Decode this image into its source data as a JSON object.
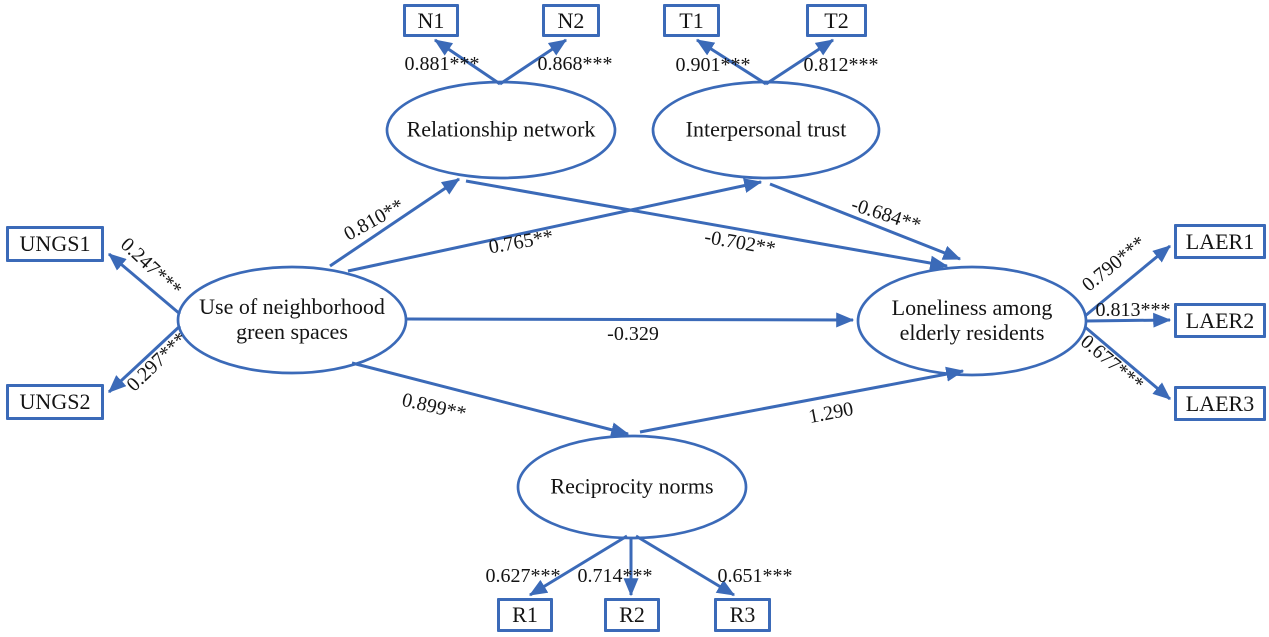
{
  "figure": {
    "type": "structural-equation-model-path-diagram",
    "accent_color": "#3b6ab8",
    "text_color": "#141414",
    "background": "#ffffff"
  },
  "latent_variables": [
    {
      "id": "relationship-network",
      "label": "Relationship network"
    },
    {
      "id": "interpersonal-trust",
      "label": "Interpersonal trust"
    },
    {
      "id": "use-of-neighborhood-green-spaces",
      "label": "Use of neighborhood green spaces"
    },
    {
      "id": "loneliness-among-elderly-residents",
      "label": "Loneliness among elderly residents"
    },
    {
      "id": "reciprocity-norms",
      "label": "Reciprocity norms"
    }
  ],
  "observed_variables": [
    {
      "id": "N1",
      "label": "N1"
    },
    {
      "id": "N2",
      "label": "N2"
    },
    {
      "id": "T1",
      "label": "T1"
    },
    {
      "id": "T2",
      "label": "T2"
    },
    {
      "id": "UNGS1",
      "label": "UNGS1"
    },
    {
      "id": "UNGS2",
      "label": "UNGS2"
    },
    {
      "id": "LAER1",
      "label": "LAER1"
    },
    {
      "id": "LAER2",
      "label": "LAER2"
    },
    {
      "id": "LAER3",
      "label": "LAER3"
    },
    {
      "id": "R1",
      "label": "R1"
    },
    {
      "id": "R2",
      "label": "R2"
    },
    {
      "id": "R3",
      "label": "R3"
    }
  ],
  "factor_loadings": [
    {
      "from": "Relationship network",
      "to": "N1",
      "value": "0.881***"
    },
    {
      "from": "Relationship network",
      "to": "N2",
      "value": "0.868***"
    },
    {
      "from": "Interpersonal trust",
      "to": "T1",
      "value": "0.901***"
    },
    {
      "from": "Interpersonal trust",
      "to": "T2",
      "value": "0.812***"
    },
    {
      "from": "Use of neighborhood green spaces",
      "to": "UNGS1",
      "value": "0.247***"
    },
    {
      "from": "Use of neighborhood green spaces",
      "to": "UNGS2",
      "value": "0.297***"
    },
    {
      "from": "Loneliness among elderly residents",
      "to": "LAER1",
      "value": "0.790***"
    },
    {
      "from": "Loneliness among elderly residents",
      "to": "LAER2",
      "value": "0.813***"
    },
    {
      "from": "Loneliness among elderly residents",
      "to": "LAER3",
      "value": "0.677***"
    },
    {
      "from": "Reciprocity norms",
      "to": "R1",
      "value": "0.627***"
    },
    {
      "from": "Reciprocity norms",
      "to": "R2",
      "value": "0.714***"
    },
    {
      "from": "Reciprocity norms",
      "to": "R3",
      "value": "0.651***"
    }
  ],
  "structural_paths": [
    {
      "from": "Use of neighborhood green spaces",
      "to": "Relationship network",
      "value": "0.810**"
    },
    {
      "from": "Use of neighborhood green spaces",
      "to": "Interpersonal trust",
      "value": "0.765**"
    },
    {
      "from": "Relationship network",
      "to": "Loneliness among elderly residents",
      "value": "-0.702**"
    },
    {
      "from": "Interpersonal trust",
      "to": "Loneliness among elderly residents",
      "value": "-0.684**"
    },
    {
      "from": "Use of neighborhood green spaces",
      "to": "Loneliness among elderly residents",
      "value": "-0.329"
    },
    {
      "from": "Use of neighborhood green spaces",
      "to": "Reciprocity norms",
      "value": "0.899**"
    },
    {
      "from": "Reciprocity norms",
      "to": "Loneliness among elderly residents",
      "value": "1.290"
    }
  ]
}
